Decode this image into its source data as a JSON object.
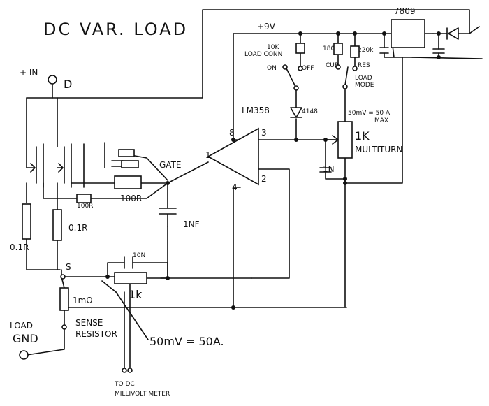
{
  "title": "DC VAR. LOAD",
  "labels": {
    "plus_in": "+ IN",
    "drain": "D",
    "source": "S",
    "load_gnd_1": "LOAD",
    "load_gnd_2": "GND",
    "r_source_a": "0.1R",
    "r_source_b": "0.1R",
    "r_gate_small": "100R",
    "r_gate": "100R",
    "gate": "GATE",
    "c_gate": "1NF",
    "c_fb": "10N",
    "r_fb": "1k",
    "r_sense": "1mΩ",
    "sense_1": "SENSE",
    "sense_2": "RESISTOR",
    "scale_note": "50mV = 50A.",
    "meter_1": "TO DC",
    "meter_2": "MILLIVOLT METER",
    "opamp": "LM358",
    "pin1": "1",
    "pin2": "2",
    "pin3": "3",
    "pin4": "4",
    "pin8": "8",
    "plus9": "+9V",
    "regulator": "7809",
    "r10k": "10K",
    "load_conn": "LOAD CONN",
    "on": "ON",
    "off": "OFF",
    "r180k": "180K",
    "cur": "CUR",
    "r220k": "220k",
    "res": "RES",
    "load_mode_1": "LOAD",
    "load_mode_2": "MODE",
    "diode": "4148",
    "c_in": "1N",
    "pot_1": "1K",
    "pot_2": "MULTITURN",
    "pot_note_1": "50mV = 50 A",
    "pot_note_2": "MAX",
    "amp_plus": "+",
    "amp_minus": "−"
  }
}
